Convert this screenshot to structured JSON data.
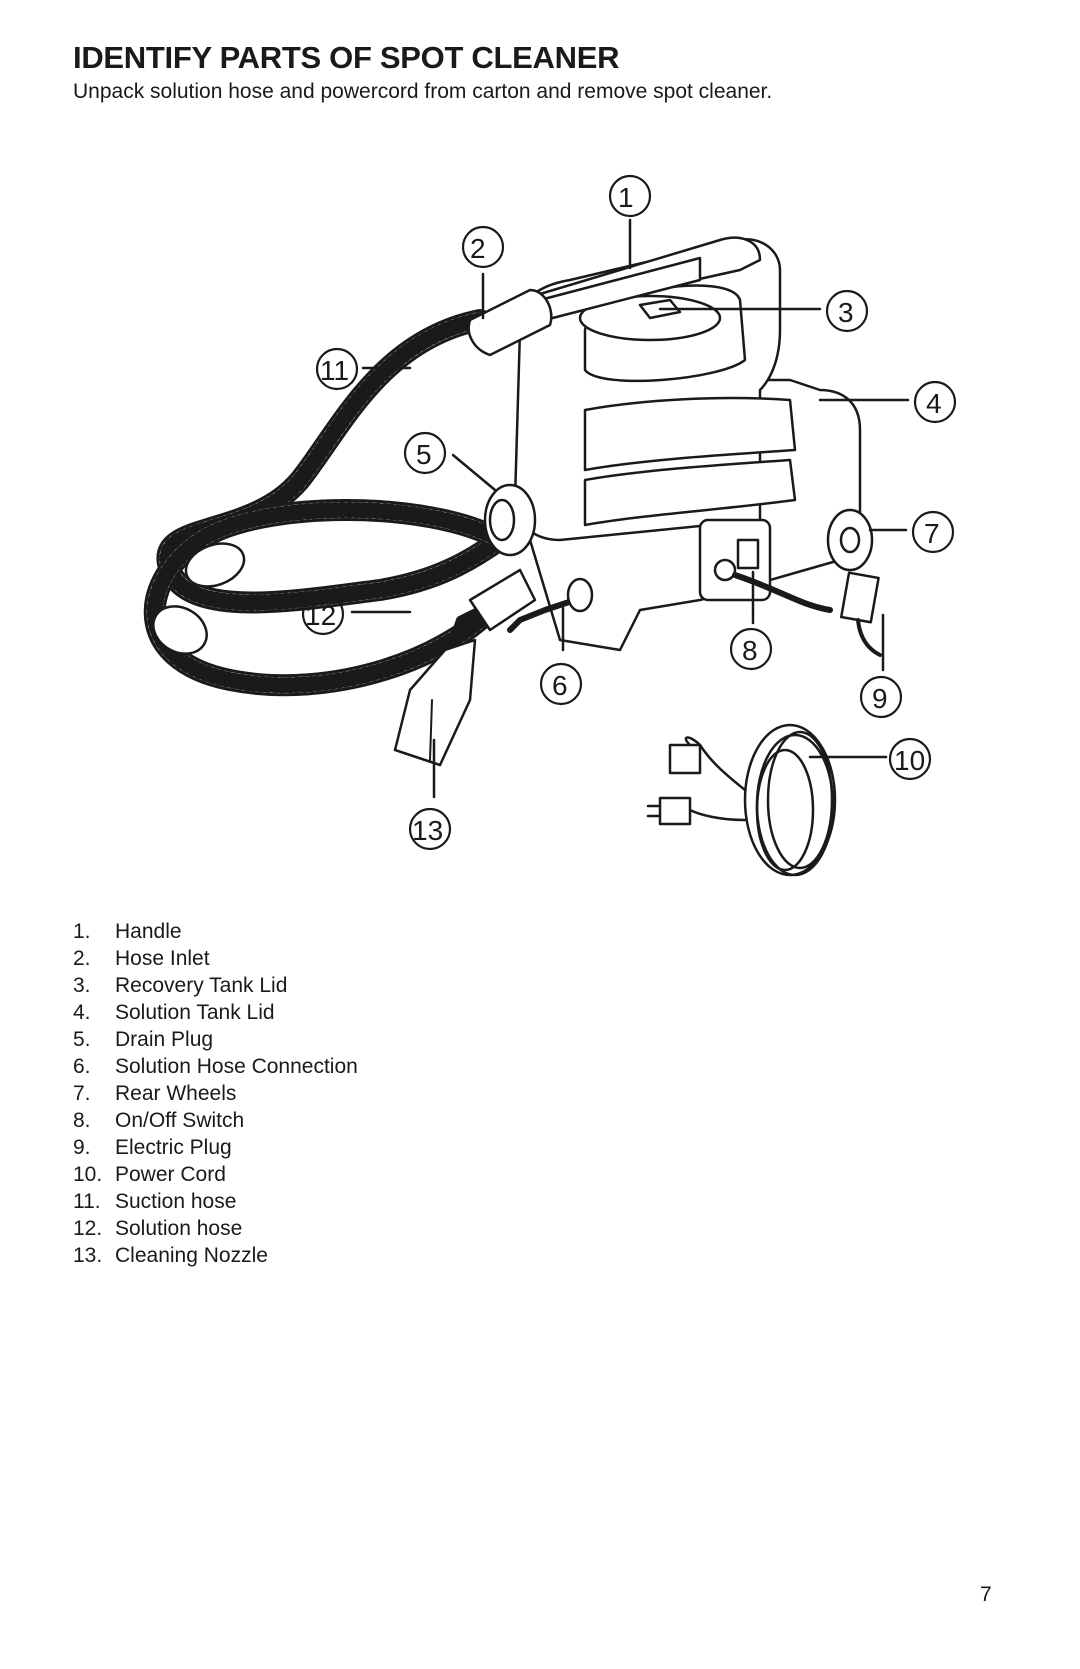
{
  "header": {
    "title": "IDENTIFY PARTS OF SPOT CLEANER",
    "subtitle": "Unpack solution hose and powercord from carton and remove spot cleaner."
  },
  "diagram": {
    "callouts": [
      "1",
      "2",
      "3",
      "4",
      "5",
      "6",
      "7",
      "8",
      "9",
      "10",
      "11",
      "12",
      "13"
    ]
  },
  "parts": [
    {
      "num": "1.",
      "label": "Handle"
    },
    {
      "num": "2.",
      "label": "Hose Inlet"
    },
    {
      "num": "3.",
      "label": "Recovery Tank Lid"
    },
    {
      "num": "4.",
      "label": "Solution Tank Lid"
    },
    {
      "num": "5.",
      "label": "Drain Plug"
    },
    {
      "num": "6.",
      "label": "Solution Hose Connection"
    },
    {
      "num": "7.",
      "label": "Rear Wheels"
    },
    {
      "num": "8.",
      "label": "On/Off Switch"
    },
    {
      "num": "9.",
      "label": "Electric Plug"
    },
    {
      "num": "10.",
      "label": "Power Cord"
    },
    {
      "num": "11.",
      "label": "Suction hose"
    },
    {
      "num": "12.",
      "label": "Solution hose"
    },
    {
      "num": "13.",
      "label": "Cleaning Nozzle"
    }
  ],
  "footer": {
    "page_number": "7"
  }
}
